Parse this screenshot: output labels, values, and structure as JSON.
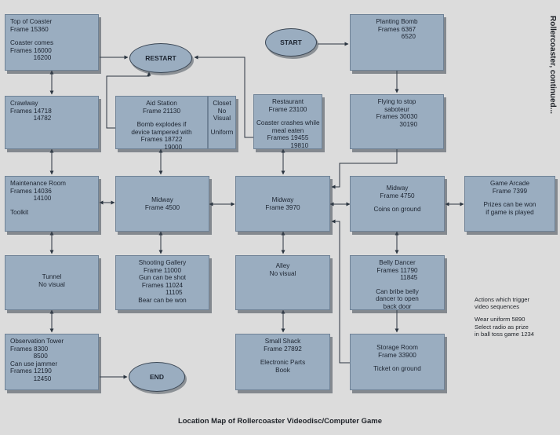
{
  "side_title": "Rollercoaster, continued...",
  "caption": "Location Map of Rollercoaster Videodisc/Computer Game",
  "note": {
    "lines": [
      "Actions which trigger",
      "video sequences",
      "",
      "Wear uniform 5890",
      "Select radio as prize",
      "in ball toss game 1234"
    ]
  },
  "ovals": {
    "restart": "RESTART",
    "start": "START",
    "end": "END"
  },
  "boxes": {
    "top_of_coaster": [
      "Top of Coaster",
      "Frame 15360",
      "",
      "Coaster comes",
      "Frames 16000",
      "             16200"
    ],
    "crawlway": [
      "Crawlway",
      "Frames 14718",
      "             14782"
    ],
    "maintenance_room": [
      "Maintenance Room",
      "Frames 14036",
      "             14100",
      "",
      "Toolkit"
    ],
    "tunnel": [
      "Tunnel",
      "No visual"
    ],
    "observation_tower": [
      "Observation Tower",
      "Frames 8300",
      "             8500",
      "Can use jammer",
      "Frames 12190",
      "             12450"
    ],
    "aid_station": [
      "Aid Station",
      "Frame 21130",
      "",
      "Bomb explodes if",
      "device tampered with",
      "Frames 18722",
      "             19000"
    ],
    "closet": [
      "Closet",
      "No",
      "Visual",
      "",
      "Uniform"
    ],
    "midway_4500": [
      "Midway",
      "Frame 4500"
    ],
    "shooting_gallery": [
      "Shooting Gallery",
      "Frame 11000",
      "Gun can be shot",
      "Frames 11024",
      "             11105",
      "Bear can be won"
    ],
    "restaurant": [
      "Restaurant",
      "Frame 23100",
      "",
      "Coaster crashes while",
      "meal eaten",
      "Frames 19455",
      "             19810"
    ],
    "midway_3970": [
      "Midway",
      "Frame 3970"
    ],
    "alley": [
      "Alley",
      "No visual"
    ],
    "small_shack": [
      "Small Shack",
      "Frame 27892",
      "",
      "Electronic Parts",
      "Book"
    ],
    "planting_bomb": [
      "Planting Bomb",
      "Frames 6367",
      "             6520"
    ],
    "flying_to_stop_saboteur": [
      "Flying to stop",
      "saboteur",
      "Frames 30030",
      "             30190"
    ],
    "midway_4750": [
      "Midway",
      "Frame 4750",
      "",
      "Coins on ground"
    ],
    "game_arcade": [
      "Game Arcade",
      "Frame 7399",
      "",
      "Prizes can be won",
      "if game is played"
    ],
    "belly_dancer": [
      "Belly Dancer",
      "Frames 11790",
      "             11845",
      "",
      "Can bribe belly",
      "dancer to open",
      "back door"
    ],
    "storage_room": [
      "Storage Room",
      "Frame 33900",
      "",
      "Ticket on ground"
    ]
  }
}
